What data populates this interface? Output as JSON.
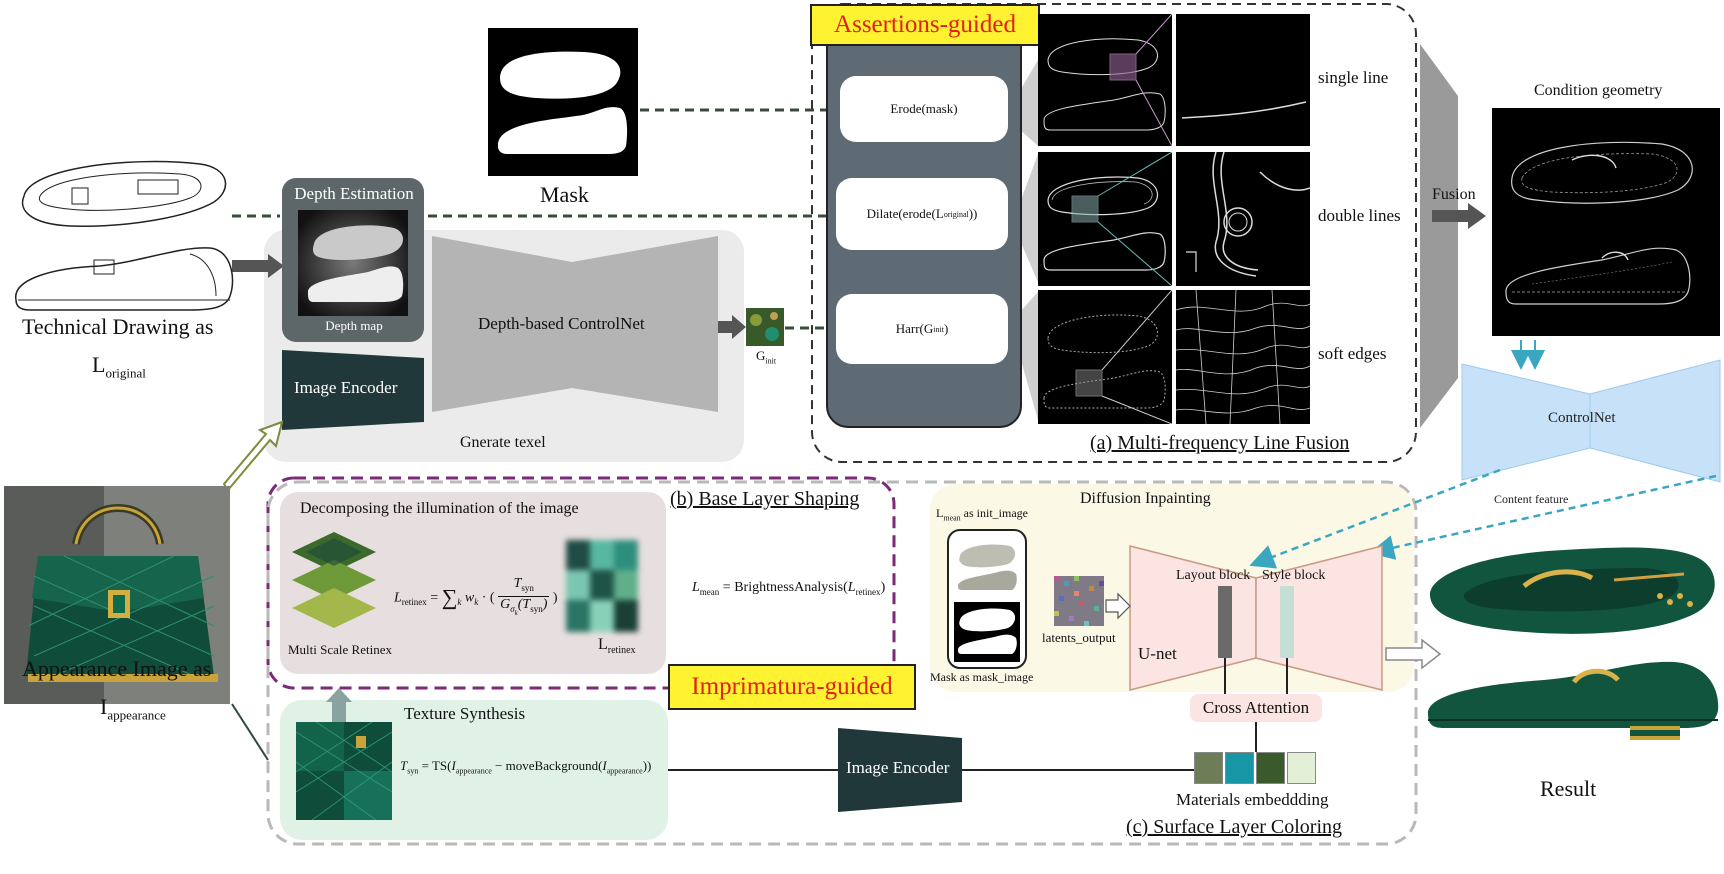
{
  "inputs": {
    "technical_drawing_label": "Technical Drawing as",
    "l_original_base": "L",
    "l_original_sub": "original",
    "appearance_label": "Appearance Image as",
    "i_appearance_base": "I",
    "i_appearance_sub": "appearance",
    "mask_label": "Mask"
  },
  "texel": {
    "depth_estimation_label": "Depth Estimation",
    "depth_map_label": "Depth map",
    "image_encoder_label": "Image Encoder",
    "controlnet_label": "Depth-based ControlNet",
    "g_init_base": "G",
    "g_init_sub": "init",
    "panel_label": "Gnerate texel"
  },
  "assertions": {
    "tag": "Assertions-guided",
    "ops": [
      {
        "pre": "Erode(mask)",
        "sub": "",
        "post": ""
      },
      {
        "pre": "Dilate(erode(L",
        "sub": "original",
        "post": "))"
      },
      {
        "pre": "Harr(G",
        "sub": "init",
        "post": ")"
      }
    ],
    "line_types": [
      "single line",
      "double lines",
      "soft edges"
    ],
    "section_title": "(a) Multi-frequency Line Fusion"
  },
  "fusion": {
    "fusion_label": "Fusion",
    "condition_geometry_label": "Condition geometry",
    "controlnet_label": "ControlNet",
    "content_feature_label": "Content feature"
  },
  "base_layer": {
    "section_title": "(b) Base Layer Shaping",
    "decompose_label": "Decomposing the illumination of the image",
    "msr_label": "Multi Scale Retinex",
    "l_retinex_base": "L",
    "l_retinex_sub": "retinex",
    "formula_retinex": {
      "lhs_base": "L",
      "lhs_sub": "retinex",
      "eq": "=",
      "sum_index": "k",
      "weight_base": "w",
      "weight_sub": "k",
      "num_base": "T",
      "num_sub": "syn",
      "den_prefix": "G",
      "den_sub": "σ",
      "den_subsub": "k",
      "den_arg_base": "T",
      "den_arg_sub": "syn"
    },
    "formula_mean": {
      "lhs_base": "L",
      "lhs_sub": "mean",
      "eq": "=",
      "fn": "BrightnessAnalysis",
      "arg_base": "L",
      "arg_sub": "retinex"
    },
    "imprimatura_tag": "Imprimatura-guided"
  },
  "texture": {
    "texture_synthesis_label": "Texture Synthesis",
    "formula_tsyn": {
      "lhs_base": "T",
      "lhs_sub": "syn",
      "eq": "=",
      "fn": "TS",
      "a_base": "I",
      "a_sub": "appearance",
      "minus": "−",
      "fn2": "moveBackground",
      "b_base": "I",
      "b_sub": "appearance"
    },
    "image_encoder_label": "Image Encoder",
    "materials_label": "Materials embeddding",
    "material_colors": [
      "#6e7d57",
      "#1796a6",
      "#3b5a2c",
      "#e4efd8"
    ]
  },
  "surface": {
    "diffusion_label": "Diffusion Inpainting",
    "lmean_init_base": "L",
    "lmean_init_sub": "mean",
    "lmean_init_suffix": " as init_image",
    "mask_image_label": "Mask as mask_image",
    "latents_label": "latents_output",
    "layout_block_label": "Layout block",
    "style_block_label": "Style block",
    "unet_label": "U-net",
    "cross_attention_label": "Cross Attention",
    "section_title": "(c) Surface Layer Coloring"
  },
  "result": {
    "result_label": "Result"
  }
}
